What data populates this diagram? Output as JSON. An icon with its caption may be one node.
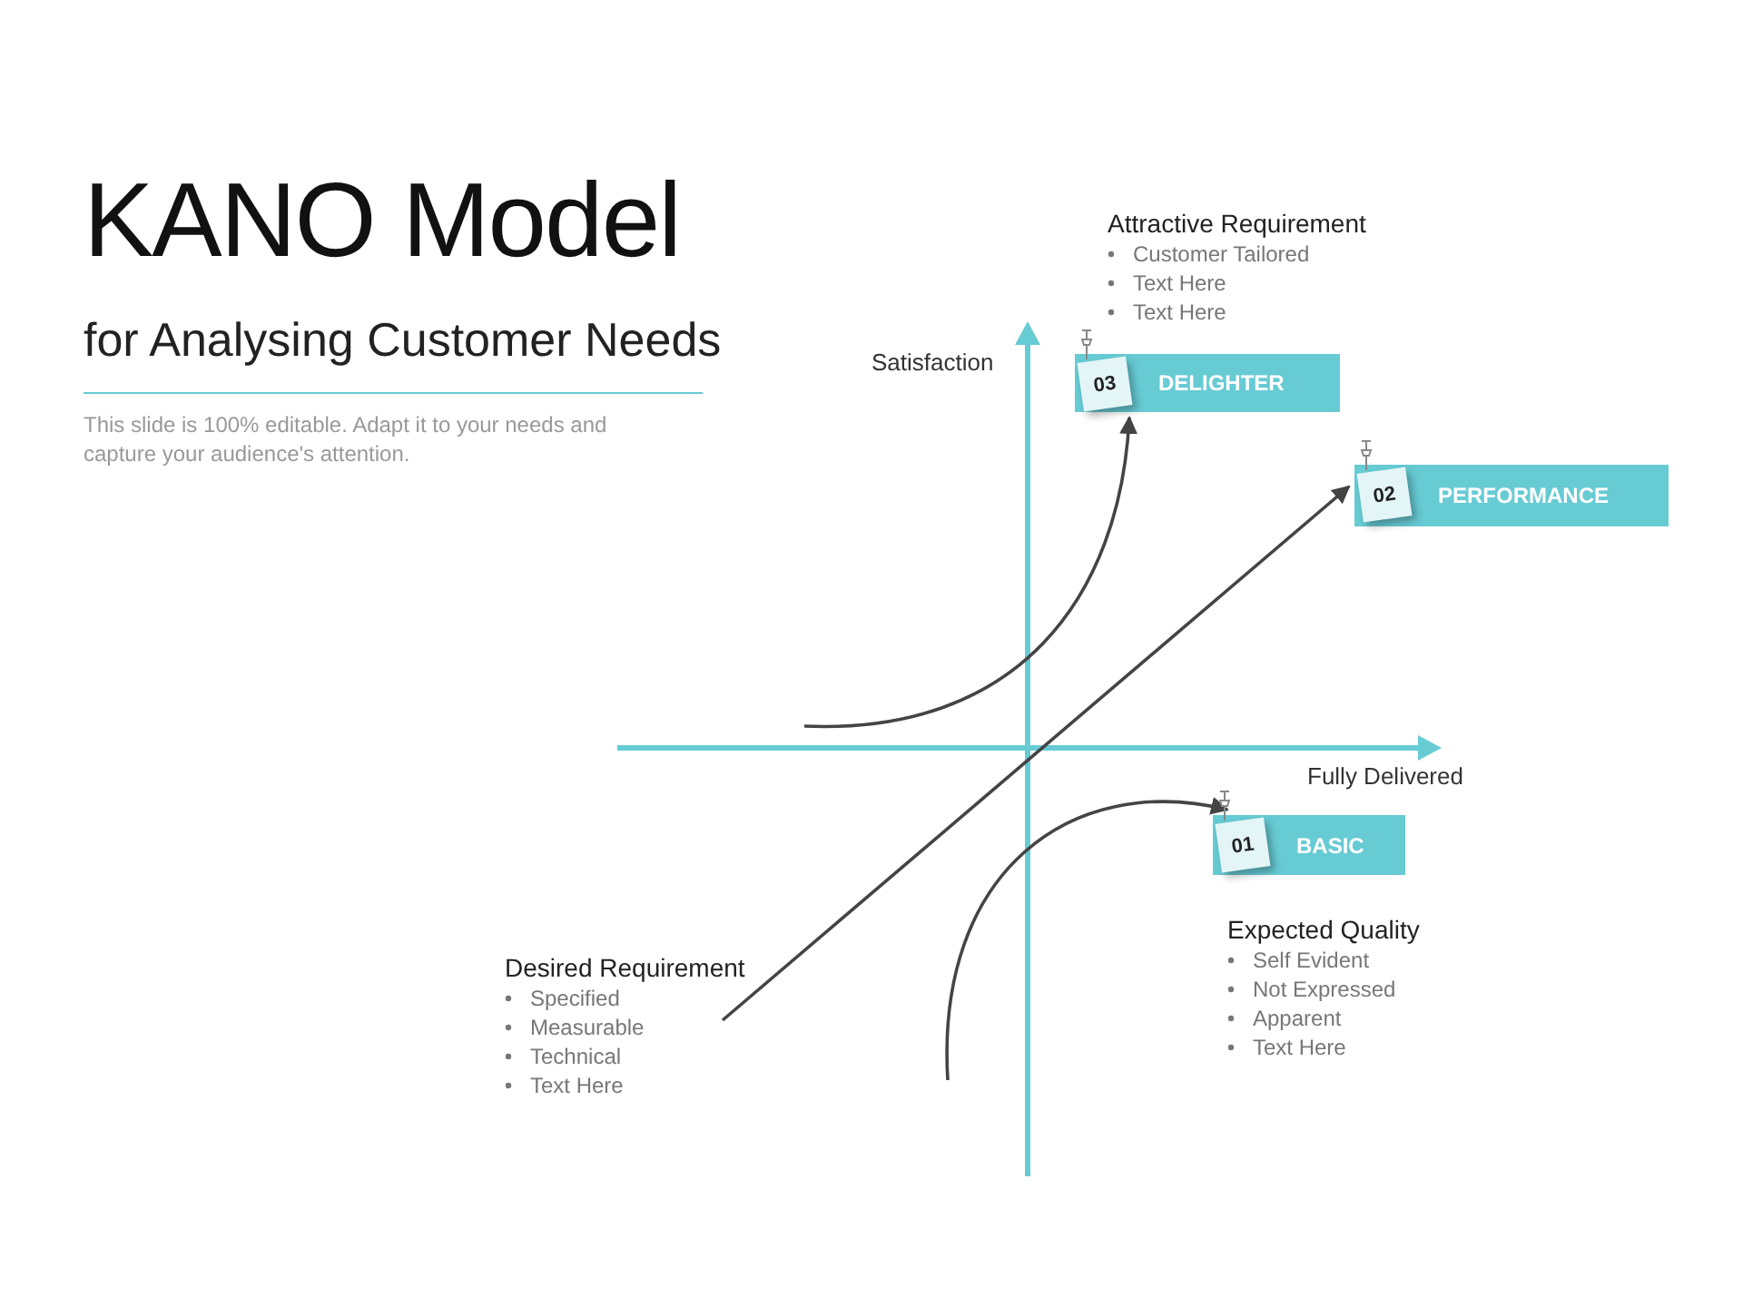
{
  "diagram": {
    "title": "KANO Model",
    "nodes": [
      {
        "text": [
          "03",
          "DELIGHTER"
        ]
      },
      {
        "text": [
          "02",
          "PERFORMANCE"
        ]
      },
      {
        "text": [
          "01",
          "BASIC"
        ]
      },
      {
        "text": [
          "Desired Requirement",
          "Specified",
          "Measurable",
          "Technical",
          "Text Here"
        ]
      }
    ],
    "edges": [
      {
        "from": null,
        "to": 0,
        "arrow": "to"
      },
      {
        "from": 3,
        "to": 1,
        "arrow": "to"
      },
      {
        "from": null,
        "to": 2,
        "arrow": "to"
      }
    ],
    "labels": [
      "for Analysing Customer Needs",
      "This slide is 100% editable. Adapt it to your needs and capture your audience's attention.",
      "Satisfaction",
      "Fully Delivered",
      "Attractive Requirement",
      "Customer Tailored",
      "Text Here",
      "Text Here",
      "Expected Quality",
      "Self Evident",
      "Not Expressed",
      "Apparent",
      "Text Here"
    ]
  }
}
